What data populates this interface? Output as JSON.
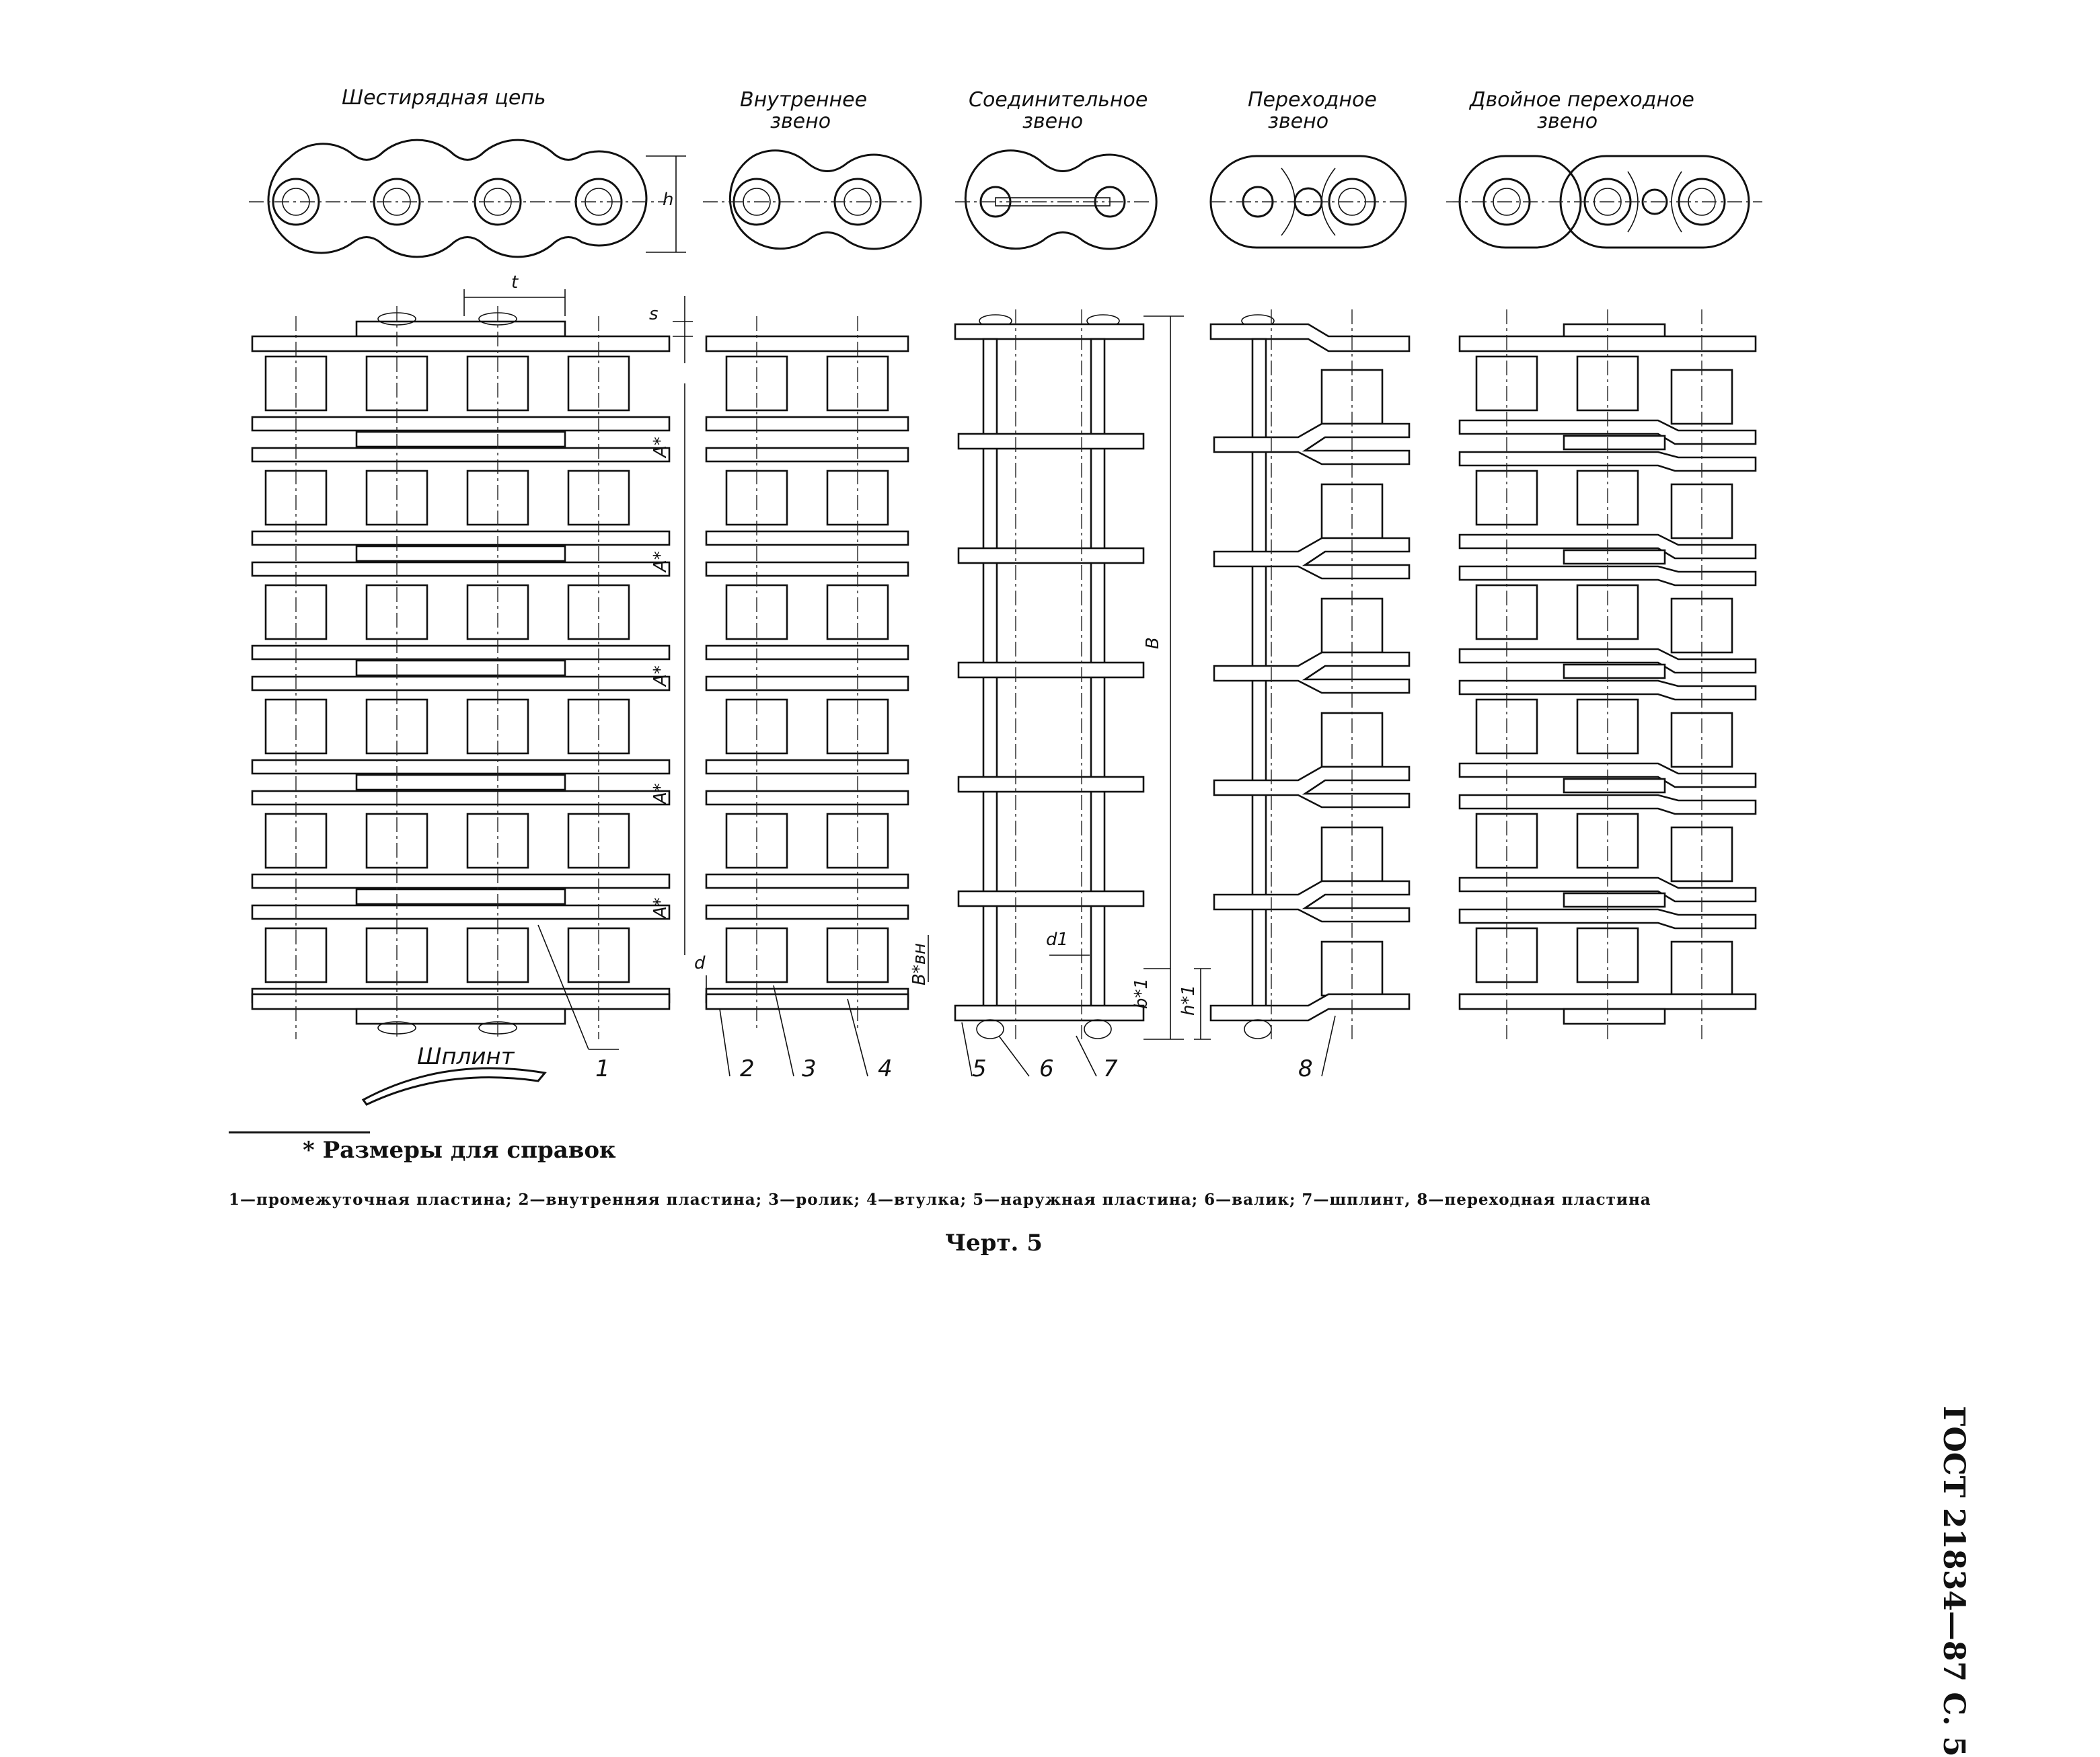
{
  "titles": {
    "six_row_chain": "Шестирядная цепь",
    "inner_link": "Внутреннее звено",
    "connecting_link": "Соединительное звено",
    "transition_link": "Переходное звено",
    "double_transition_link": "Двойное переходное звено"
  },
  "dimensions": {
    "t": "t",
    "h": "h",
    "s": "s",
    "A": "A*",
    "B": "B",
    "d": "d",
    "Bvn": "B*вн",
    "d1": "d1",
    "b1": "b*1",
    "h1": "h*1"
  },
  "cotter_label": "Шплинт",
  "callouts": [
    "1",
    "2",
    "3",
    "4",
    "5",
    "6",
    "7",
    "8"
  ],
  "footnote": "* Размеры для справок",
  "legend": "1—промежуточная пластина; 2—внутренняя пластина; 3—ролик; 4—втулка; 5—наружная пластина; 6—валик; 7—шплинт, 8—переходная пластина",
  "caption": "Черт. 5",
  "standard_ref": "ГОСТ 21834—87 С. 5"
}
